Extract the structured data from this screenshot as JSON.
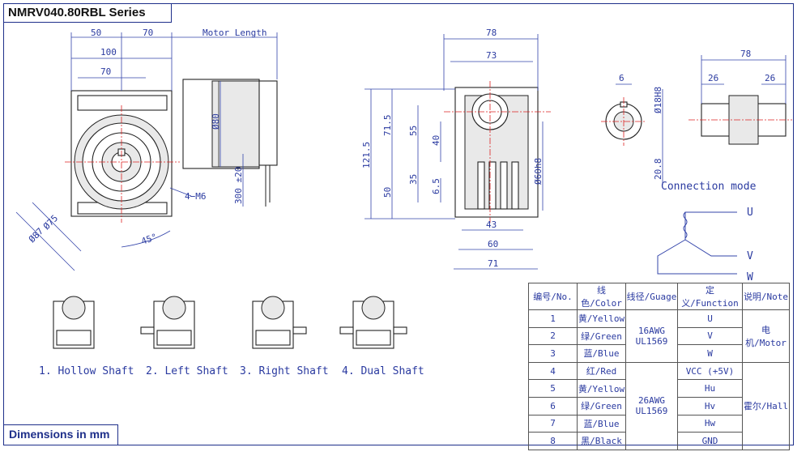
{
  "title": "NMRV040.80RBL Series",
  "units_note": "Dimensions in mm",
  "front_view": {
    "dims": [
      "50",
      "70",
      "Motor Length",
      "100",
      "70",
      "Ø80",
      "300 ±20",
      "4−M6",
      "Ø75",
      "Ø87",
      "45°"
    ]
  },
  "side_view": {
    "dims": [
      "78",
      "73",
      "121.5",
      "71.5",
      "55",
      "40",
      "35",
      "6.5",
      "50",
      "Ø60h8",
      "43",
      "60",
      "71"
    ]
  },
  "shaft_detail": {
    "dims": [
      "6",
      "Ø18H8",
      "20.8"
    ]
  },
  "hollow_shaft": {
    "dims": [
      "78",
      "26",
      "26"
    ],
    "caption": "Connection mode"
  },
  "wiring_diagram": {
    "labels": [
      "U",
      "V",
      "W"
    ]
  },
  "shaft_options": [
    {
      "label": "1. Hollow Shaft"
    },
    {
      "label": "2. Left Shaft"
    },
    {
      "label": "3. Right Shaft"
    },
    {
      "label": "4. Dual Shaft"
    }
  ],
  "wire_table": {
    "headers": [
      "编号/No.",
      "线色/Color",
      "线径/Guage",
      "定义/Function",
      "说明/Note"
    ],
    "rows": [
      {
        "no": "1",
        "color": "黄/Yellow",
        "function": "U"
      },
      {
        "no": "2",
        "color": "绿/Green",
        "function": "V"
      },
      {
        "no": "3",
        "color": "蓝/Blue",
        "function": "W"
      },
      {
        "no": "4",
        "color": "红/Red",
        "function": "VCC (+5V)"
      },
      {
        "no": "5",
        "color": "黄/Yellow",
        "function": "Hu"
      },
      {
        "no": "6",
        "color": "绿/Green",
        "function": "Hv"
      },
      {
        "no": "7",
        "color": "蓝/Blue",
        "function": "Hw"
      },
      {
        "no": "8",
        "color": "黑/Black",
        "function": "GND"
      }
    ],
    "gauge_groups": [
      {
        "line1": "16AWG",
        "line2": "UL1569"
      },
      {
        "line1": "26AWG",
        "line2": "UL1569"
      }
    ],
    "notes": [
      "电机/Motor",
      "霍尔/Hall"
    ]
  }
}
